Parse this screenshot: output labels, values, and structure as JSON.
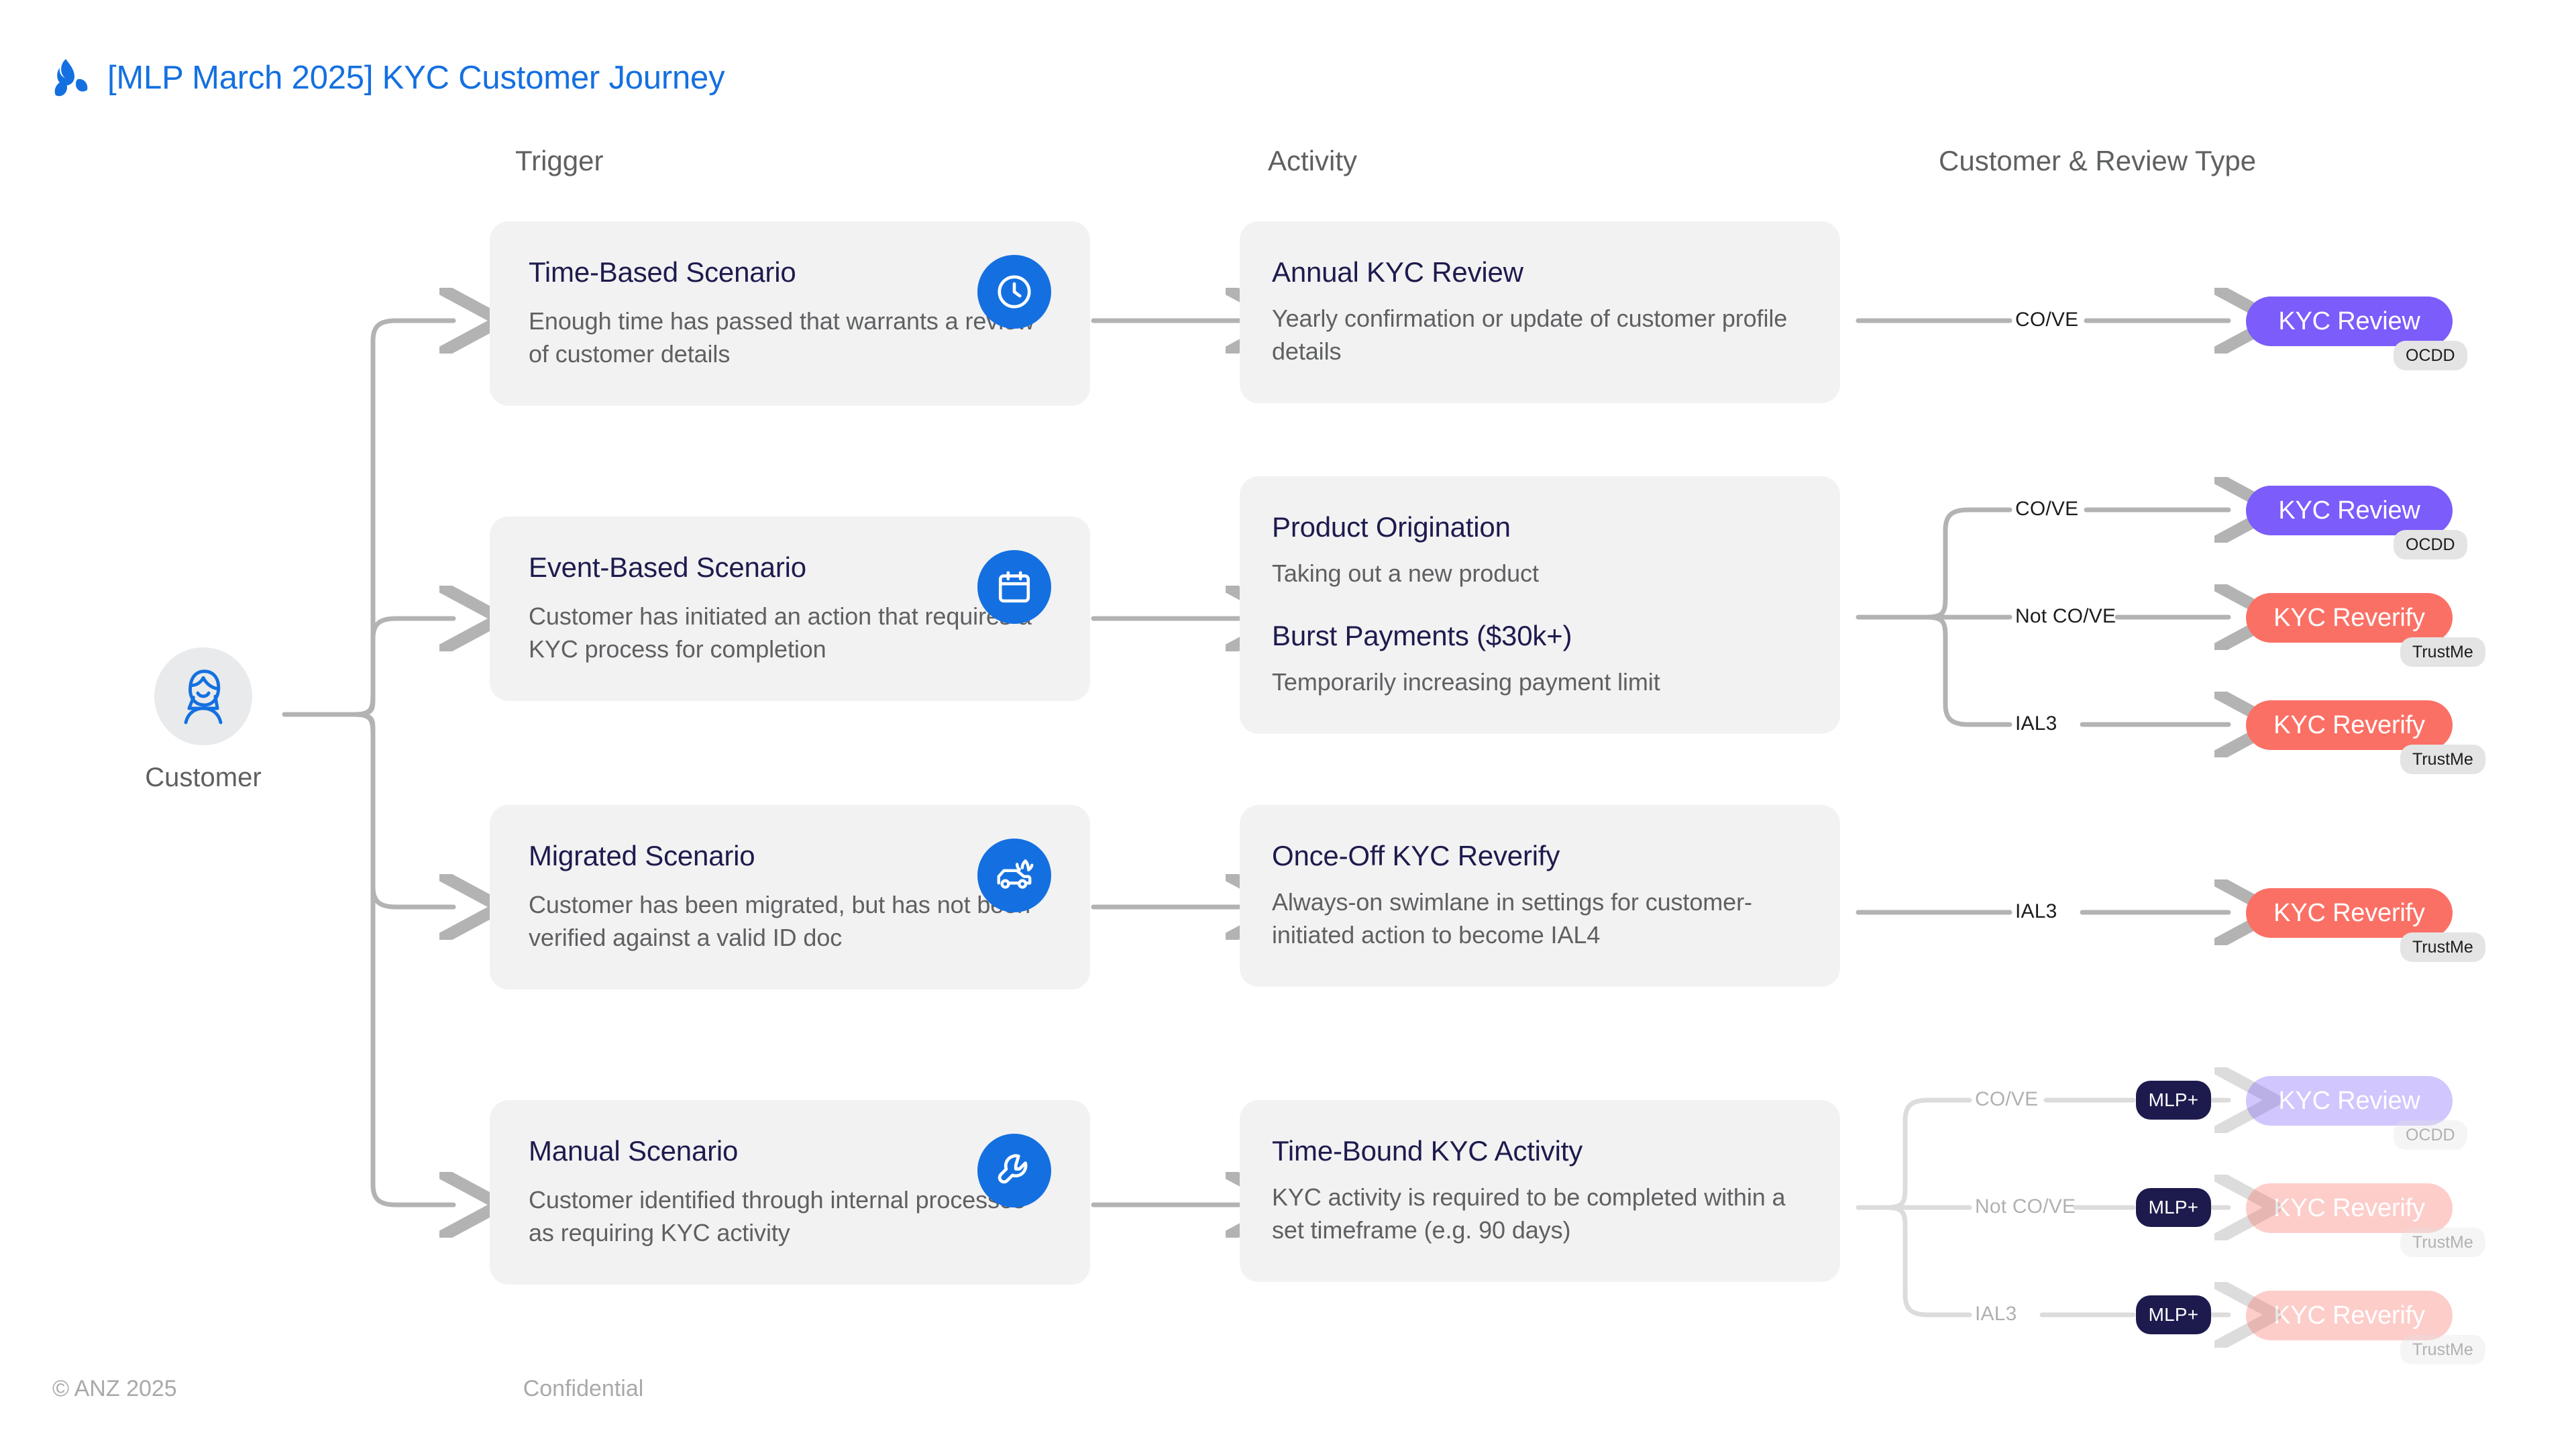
{
  "header": {
    "logo_icon": "anz-logo-icon",
    "title": "[MLP March 2025] KYC Customer Journey",
    "title_color": "#1470e0"
  },
  "columns": {
    "trigger": "Trigger",
    "activity": "Activity",
    "customer_review_type": "Customer & Review Type"
  },
  "customer": {
    "label": "Customer",
    "icon": "person-avatar-icon"
  },
  "rows": [
    {
      "trigger": {
        "title": "Time-Based Scenario",
        "subtitle": "Enough time has passed that warrants a review of customer details",
        "icon": "clock-icon"
      },
      "activity_blocks": [
        {
          "title": "Annual KYC Review",
          "subtitle": "Yearly confirmation or update of customer profile details"
        }
      ],
      "outcomes": [
        {
          "edge_label": "CO/VE",
          "pill": "KYC Review",
          "pill_type": "review",
          "tag": "OCDD",
          "mlp": null
        }
      ]
    },
    {
      "trigger": {
        "title": "Event-Based Scenario",
        "subtitle": "Customer has initiated an action that requires a KYC process for completion",
        "icon": "calendar-icon"
      },
      "activity_blocks": [
        {
          "title": "Product Origination",
          "subtitle": "Taking out a new product"
        },
        {
          "title": "Burst Payments ($30k+)",
          "subtitle": "Temporarily increasing payment limit"
        }
      ],
      "outcomes": [
        {
          "edge_label": "CO/VE",
          "pill": "KYC Review",
          "pill_type": "review",
          "tag": "OCDD",
          "mlp": null
        },
        {
          "edge_label": "Not CO/VE",
          "pill": "KYC Reverify",
          "pill_type": "reverify",
          "tag": "TrustMe",
          "mlp": null
        },
        {
          "edge_label": "IAL3",
          "pill": "KYC Reverify",
          "pill_type": "reverify",
          "tag": "TrustMe",
          "mlp": null
        }
      ]
    },
    {
      "trigger": {
        "title": "Migrated Scenario",
        "subtitle": "Customer has been migrated, but has not been verified against a valid ID doc",
        "icon": "moving-car-icon"
      },
      "activity_blocks": [
        {
          "title": "Once-Off KYC Reverify",
          "subtitle": "Always-on swimlane in settings for customer-initiated action to become IAL4"
        }
      ],
      "outcomes": [
        {
          "edge_label": "IAL3",
          "pill": "KYC Reverify",
          "pill_type": "reverify",
          "tag": "TrustMe",
          "mlp": null
        }
      ]
    },
    {
      "trigger": {
        "title": "Manual Scenario",
        "subtitle": "Customer identified through internal processes as requiring KYC activity",
        "icon": "wrench-icon"
      },
      "activity_blocks": [
        {
          "title": "Time-Bound KYC Activity",
          "subtitle": "KYC activity is required to be completed within a set timeframe (e.g. 90 days)"
        }
      ],
      "outcomes": [
        {
          "edge_label": "CO/VE",
          "pill": "KYC Review",
          "pill_type": "review",
          "tag": "OCDD",
          "mlp": "MLP+"
        },
        {
          "edge_label": "Not CO/VE",
          "pill": "KYC Reverify",
          "pill_type": "reverify",
          "tag": "TrustMe",
          "mlp": "MLP+"
        },
        {
          "edge_label": "IAL3",
          "pill": "KYC Reverify",
          "pill_type": "reverify",
          "tag": "TrustMe",
          "mlp": "MLP+"
        }
      ]
    }
  ],
  "footer": {
    "copyright": "© ANZ 2025",
    "confidential": "Confidential"
  },
  "colors": {
    "brand_blue": "#1470e0",
    "card_bg": "#f2f2f3",
    "title_navy": "#1d1b4d",
    "body_gray": "#5f6062",
    "pill_review": "#7c5cfa",
    "pill_reverify": "#fb7065",
    "tag_bg": "#e4e4e5",
    "mlp_badge": "#1d1b4d",
    "connector": "#b3b3b3"
  }
}
